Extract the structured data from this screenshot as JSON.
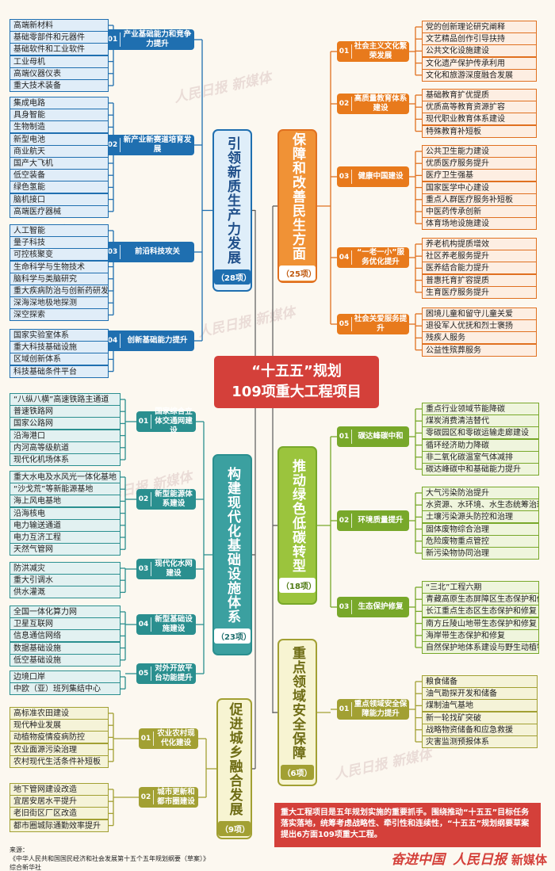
{
  "title": {
    "line1": "“十五五”规划",
    "line2": "109项重大工程项目"
  },
  "watermark": "人民日报 新媒体",
  "note": "重大工程项目是五年规划实施的重要抓手。围绕推动“十五五”目标任务落实落地，统筹考虑战略性、牵引性和连续性，“十五五”规划纲要草案提出6方面109项重大工程。",
  "source": {
    "label": "来源：",
    "line1": "《中华人民共和国国民经济和社会发展第十五个五年规划纲要（草案）》",
    "line2": "综合新华社"
  },
  "logos": {
    "left": "奋进中国",
    "right": "人民日报",
    "right_suffix": "新媒体"
  },
  "pillars": [
    {
      "title": "引领新质生产力发展",
      "count": "（28项）",
      "groups": [
        {
          "num": "01",
          "label": "产业基础能力和竞争力提升",
          "items": [
            "高端新材料",
            "基础零部件和元器件",
            "基础软件和工业软件",
            "工业母机",
            "高端仪器仪表",
            "重大技术装备"
          ]
        },
        {
          "num": "02",
          "label": "新产业新赛道培育发展",
          "items": [
            "集成电路",
            "具身智能",
            "生物制造",
            "新型电池",
            "商业航天",
            "国产大飞机",
            "低空装备",
            "绿色氢能",
            "脑机接口",
            "高端医疗器械"
          ]
        },
        {
          "num": "03",
          "label": "前沿科技攻关",
          "items": [
            "人工智能",
            "量子科技",
            "可控核聚变",
            "生命科学与生物技术",
            "脑科学与类脑研究",
            "重大疾病防治与创新药研发",
            "深海深地极地探测",
            "深空探索"
          ]
        },
        {
          "num": "04",
          "label": "创新基础能力提升",
          "items": [
            "国家实验室体系",
            "重大科技基础设施",
            "区域创新体系",
            "科技基础条件平台"
          ]
        }
      ]
    },
    {
      "title": "构建现代化基础设施体系",
      "count": "（23项）",
      "groups": [
        {
          "num": "01",
          "label": "国家综合立体交通网建设",
          "items": [
            "“八纵八横”高速铁路主通道",
            "普速铁路网",
            "国家公路网",
            "沿海港口",
            "内河高等级航道",
            "现代化机场体系"
          ]
        },
        {
          "num": "02",
          "label": "新型能源体系建设",
          "items": [
            "重大水电及水风光一体化基地",
            "“沙戈荒”等新能源基地",
            "海上风电基地",
            "沿海核电",
            "电力输送通道",
            "电力互济工程",
            "天然气管网"
          ]
        },
        {
          "num": "03",
          "label": "现代化水网建设",
          "items": [
            "防洪减灾",
            "重大引调水",
            "供水灌溉"
          ]
        },
        {
          "num": "04",
          "label": "新型基础设施建设",
          "items": [
            "全国一体化算力网",
            "卫星互联网",
            "信息通信网络",
            "数据基础设施",
            "低空基础设施"
          ]
        },
        {
          "num": "05",
          "label": "对外开放平台功能提升",
          "items": [
            "边境口岸",
            "中欧（亚）班列集结中心"
          ]
        }
      ]
    },
    {
      "title": "促进城乡融合发展",
      "count": "（9项）",
      "groups": [
        {
          "num": "01",
          "label": "农业农村现代化建设",
          "items": [
            "高标准农田建设",
            "现代种业发展",
            "动植物疫情疫病防控",
            "农业面源污染治理",
            "农村现代生活条件补短板"
          ]
        },
        {
          "num": "02",
          "label": "城市更新和都市圈建设",
          "items": [
            "地下管网建设改造",
            "宜居安居水平提升",
            "老旧街区厂区改造",
            "都市圈城际通勤效率提升"
          ]
        }
      ]
    },
    {
      "title": "保障和改善民生方面",
      "count": "（25项）",
      "groups": [
        {
          "num": "01",
          "label": "社会主义文化繁荣发展",
          "items": [
            "党的创新理论研究阐释",
            "文艺精品创作引导扶持",
            "公共文化设施建设",
            "文化遗产保护传承利用",
            "文化和旅游深度融合发展"
          ]
        },
        {
          "num": "02",
          "label": "高质量教育体系建设",
          "items": [
            "基础教育扩优提质",
            "优质高等教育资源扩容",
            "现代职业教育体系建设",
            "特殊教育补短板"
          ]
        },
        {
          "num": "03",
          "label": "健康中国建设",
          "items": [
            "公共卫生能力建设",
            "优质医疗服务提升",
            "医疗卫生强基",
            "国家医学中心建设",
            "重点人群医疗服务补短板",
            "中医药传承创新",
            "体育场地设施建设"
          ]
        },
        {
          "num": "04",
          "label": "“一老一小”服务优化提升",
          "items": [
            "养老机构提质增效",
            "社区养老服务提升",
            "医养结合能力提升",
            "普惠托育扩容提质",
            "生育医疗服务提升"
          ]
        },
        {
          "num": "05",
          "label": "社会关爱服务提升",
          "items": [
            "困境儿童和留守儿童关爱",
            "退役军人优抚和烈士褒扬",
            "残疾人服务",
            "公益性殡葬服务"
          ]
        }
      ]
    },
    {
      "title": "推动绿色低碳转型",
      "count": "（18项）",
      "groups": [
        {
          "num": "01",
          "label": "碳达峰碳中和",
          "items": [
            "重点行业领域节能降碳",
            "煤炭消费清洁替代",
            "零碳园区和零碳运输走廊建设",
            "循环经济助力降碳",
            "非二氧化碳温室气体减排",
            "碳达峰碳中和基础能力提升"
          ]
        },
        {
          "num": "02",
          "label": "环境质量提升",
          "items": [
            "大气污染防治提升",
            "水资源、水环境、水生态统筹治理",
            "土壤污染源头防控和治理",
            "固体废物综合治理",
            "危险废物重点管控",
            "新污染物协同治理"
          ]
        },
        {
          "num": "03",
          "label": "生态保护修复",
          "items": [
            "“三北”工程六期",
            "青藏高原生态屏障区生态保护和修复",
            "长江重点生态区生态保护和修复",
            "南方丘陵山地带生态保护和修复",
            "海岸带生态保护和修复",
            "自然保护地体系建设与野生动植物保护"
          ]
        }
      ]
    },
    {
      "title": "重点领域安全保障",
      "count": "（6项）",
      "groups": [
        {
          "num": "01",
          "label": "重点领域安全保障能力提升",
          "items": [
            "粮食储备",
            "油气勘探开发和储备",
            "煤制油气基地",
            "新一轮找矿突破",
            "战略物资储备和应急救援",
            "灾害监测预报体系"
          ]
        }
      ]
    }
  ]
}
